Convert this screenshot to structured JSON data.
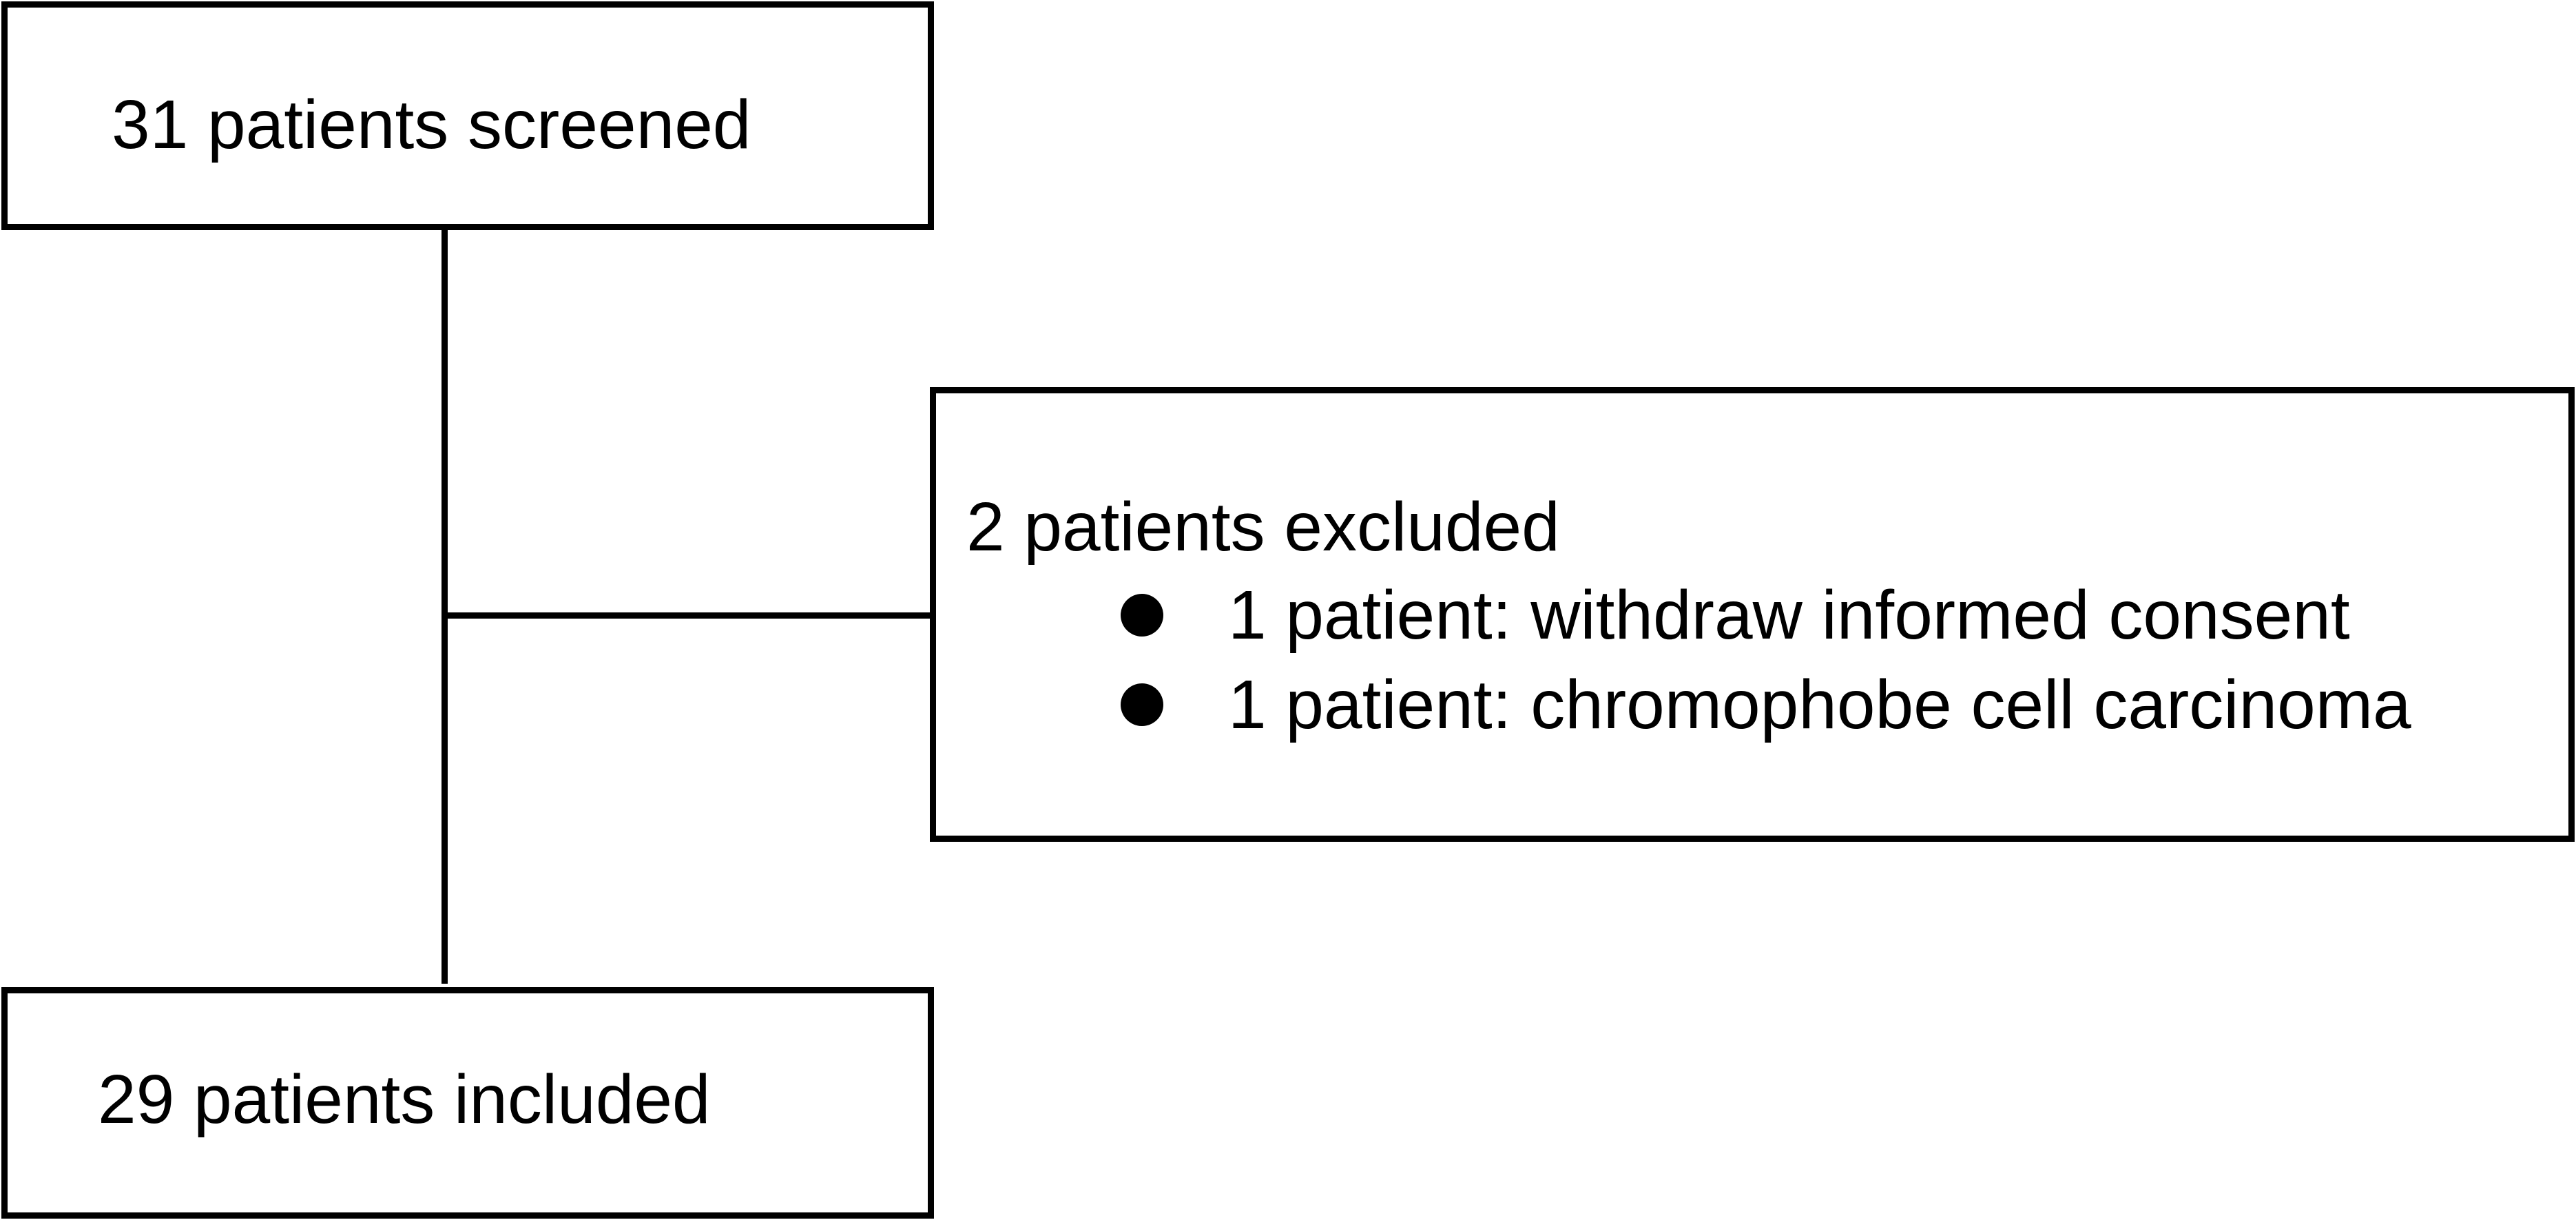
{
  "flowchart": {
    "screened": {
      "label": "31 patients screened"
    },
    "excluded": {
      "title": "2 patients excluded",
      "reasons": [
        "1 patient: withdraw informed consent",
        "1 patient: chromophobe cell carcinoma"
      ]
    },
    "included": {
      "label": "29 patients included"
    }
  },
  "colors": {
    "line": "#000000",
    "background": "#ffffff"
  }
}
